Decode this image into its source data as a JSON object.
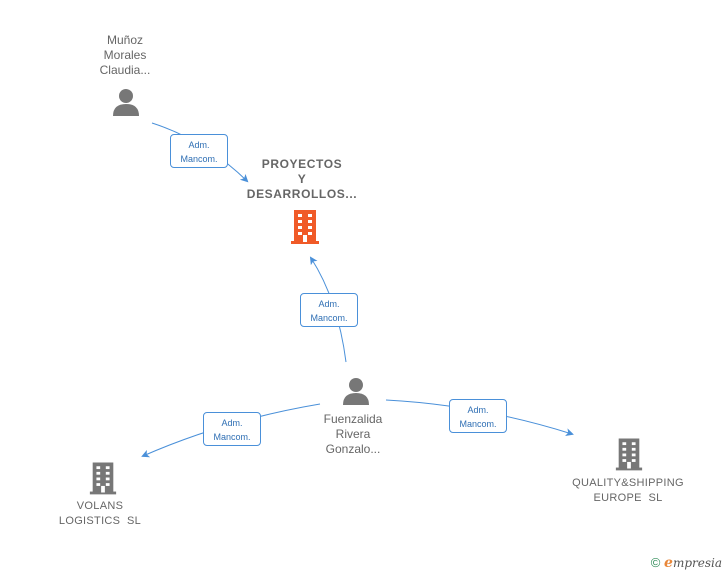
{
  "people": {
    "munoz": {
      "lines": [
        "Muñoz",
        "Morales",
        "Claudia..."
      ]
    },
    "fuenzalida": {
      "lines": [
        "Fuenzalida",
        "Rivera",
        "Gonzalo..."
      ]
    }
  },
  "companies": {
    "proyectos": {
      "lines": [
        "PROYECTOS",
        "Y",
        "DESARROLLOS..."
      ],
      "color": "#f05a28"
    },
    "volans": {
      "lines": [
        "VOLANS",
        "LOGISTICS  SL"
      ],
      "color": "#777777"
    },
    "quality": {
      "lines": [
        "QUALITY&SHIPPING",
        "EUROPE  SL"
      ],
      "color": "#777777"
    }
  },
  "edges": [
    {
      "lines": [
        "Adm.",
        "Mancom."
      ]
    },
    {
      "lines": [
        "Adm.",
        "Mancom."
      ]
    },
    {
      "lines": [
        "Adm.",
        "Mancom."
      ]
    },
    {
      "lines": [
        "Adm.",
        "Mancom."
      ]
    }
  ],
  "colors": {
    "edge": "#4a90d9",
    "person_icon": "#777777"
  },
  "watermark": {
    "symbol": "©",
    "brand_initial": "e",
    "brand_rest": "mpresia"
  }
}
